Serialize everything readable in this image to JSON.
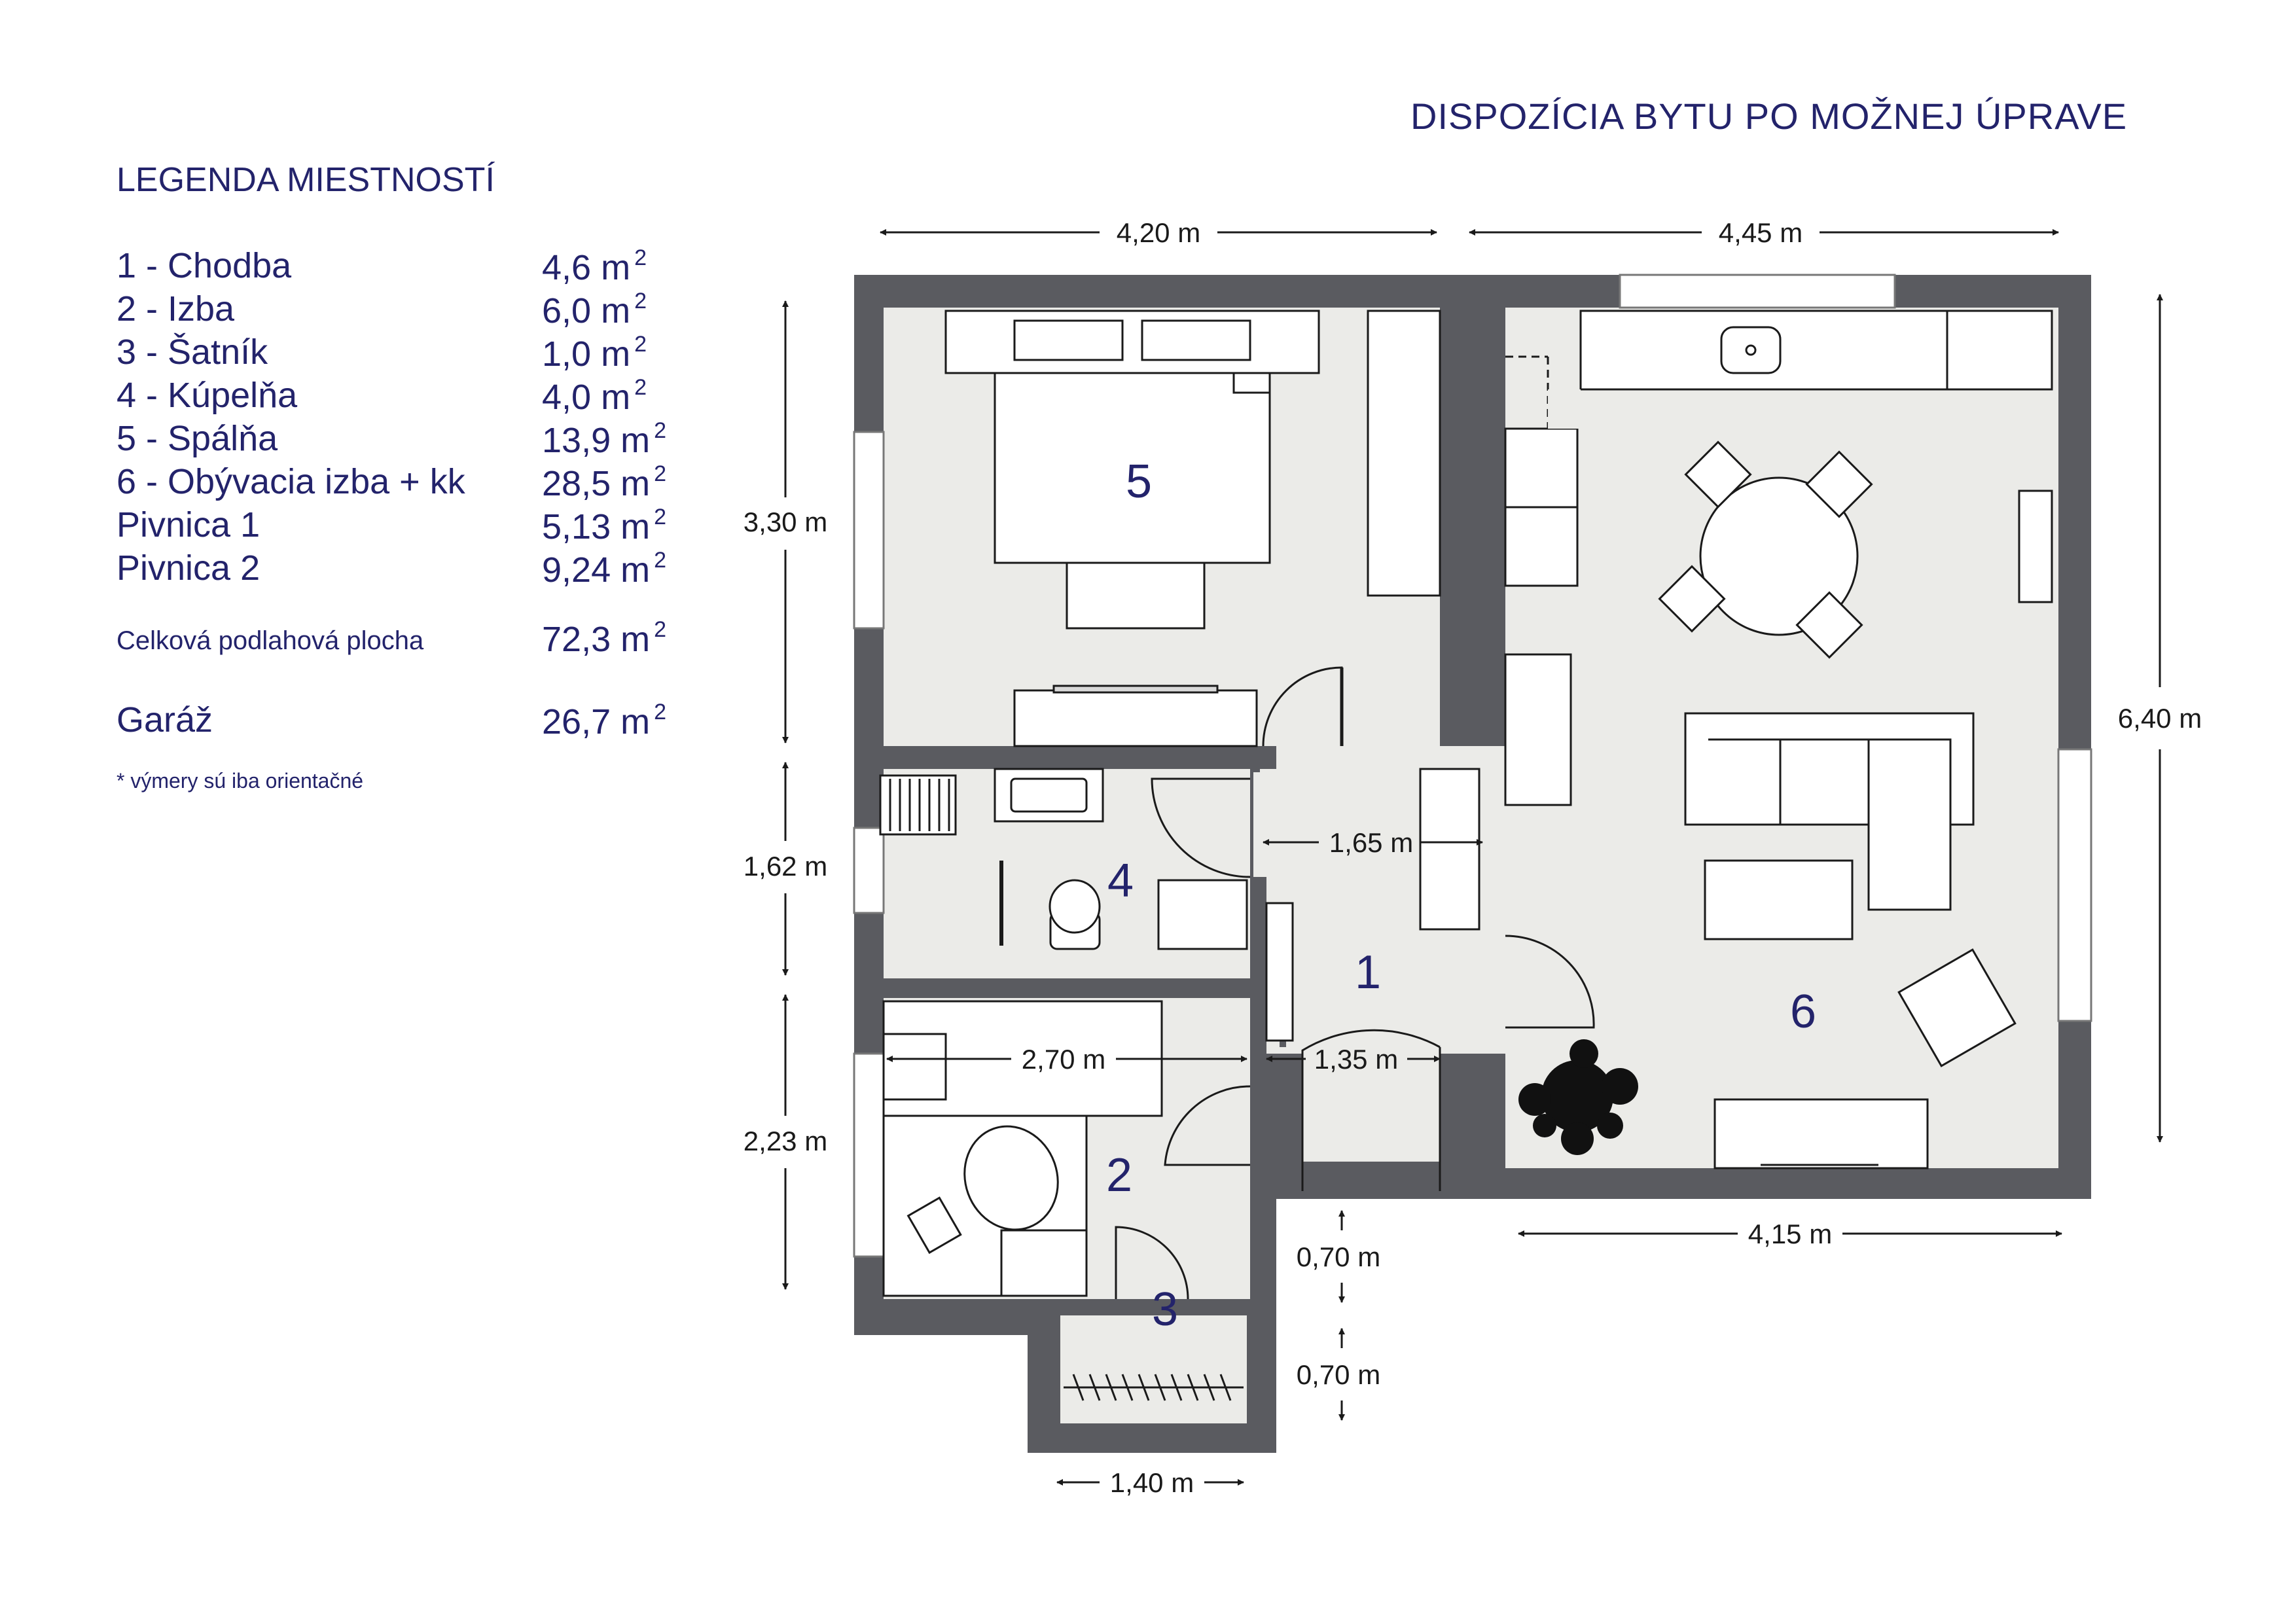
{
  "title": "DISPOZÍCIA BYTU PO MOŽNEJ ÚPRAVE",
  "legend": {
    "title": "LEGENDA MIESTNOSTÍ",
    "unit_base": "m",
    "unit_exp": "2",
    "rooms": [
      {
        "name": "1 - Chodba",
        "area": "4,6"
      },
      {
        "name": "2 - Izba",
        "area": "6,0"
      },
      {
        "name": "3 - Šatník",
        "area": "1,0"
      },
      {
        "name": "4 - Kúpelňa",
        "area": "4,0"
      },
      {
        "name": "5 - Spálňa",
        "area": "13,9"
      },
      {
        "name": "6 - Obývacia izba + kk",
        "area": "28,5"
      },
      {
        "name": "Pivnica 1",
        "area": "5,13"
      },
      {
        "name": "Pivnica 2",
        "area": "9,24"
      }
    ],
    "total": {
      "name": "Celková podlahová plocha",
      "area": "72,3"
    },
    "garage": {
      "name": "Garáž",
      "area": "26,7"
    },
    "note": "*  výmery sú iba orientačné"
  },
  "plan": {
    "room_numbers": [
      "1",
      "2",
      "3",
      "4",
      "5",
      "6"
    ],
    "dimensions": {
      "top_left": "4,20 m",
      "top_right": "4,45 m",
      "left_upper": "3,30 m",
      "left_middle": "1,62 m",
      "left_lower": "2,23 m",
      "right": "6,40 m",
      "bottom_right": "4,15 m",
      "bottom_left": "1,40 m",
      "hall_width": "1,65 m",
      "hall_lower": "1,35 m",
      "room2_width": "2,70 m",
      "closet_upper": "0,70 m",
      "closet_lower": "0,70 m"
    },
    "colors": {
      "wall": "#5a5b60",
      "floor": "#ebebe8",
      "text": "#23236b",
      "line": "#1a1a1a"
    }
  }
}
